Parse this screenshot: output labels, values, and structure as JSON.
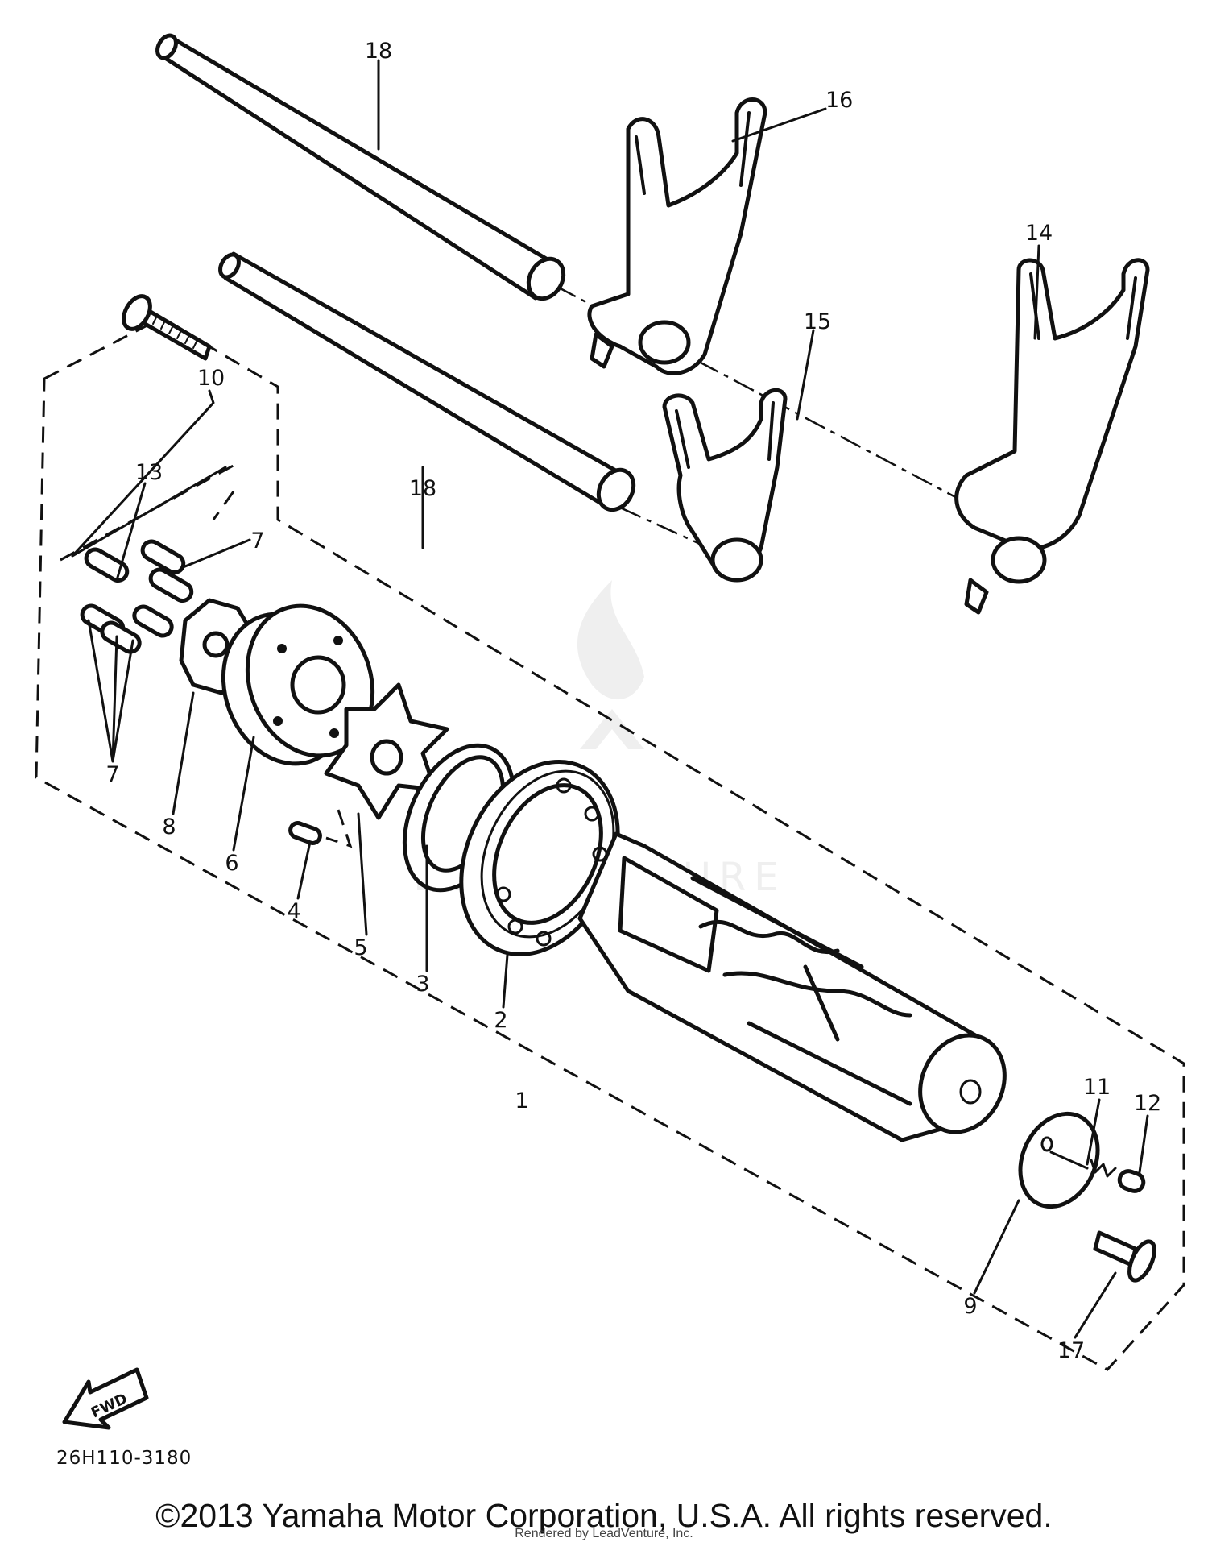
{
  "diagram": {
    "part_code": "26H110-3180",
    "direction_label": "FWD",
    "copyright": "©2013 Yamaha Motor Corporation, U.S.A. All rights reserved.",
    "rendered_by": "Rendered by LeadVenture, Inc.",
    "watermark_text": "LEADVENTURE",
    "callouts": [
      "1",
      "2",
      "3",
      "4",
      "5",
      "6",
      "7",
      "7",
      "8",
      "9",
      "10",
      "11",
      "12",
      "13",
      "14",
      "15",
      "16",
      "17",
      "18",
      "18"
    ],
    "colors": {
      "ink": "#111111",
      "paper": "#ffffff",
      "watermark": "#dcdcdc"
    }
  }
}
